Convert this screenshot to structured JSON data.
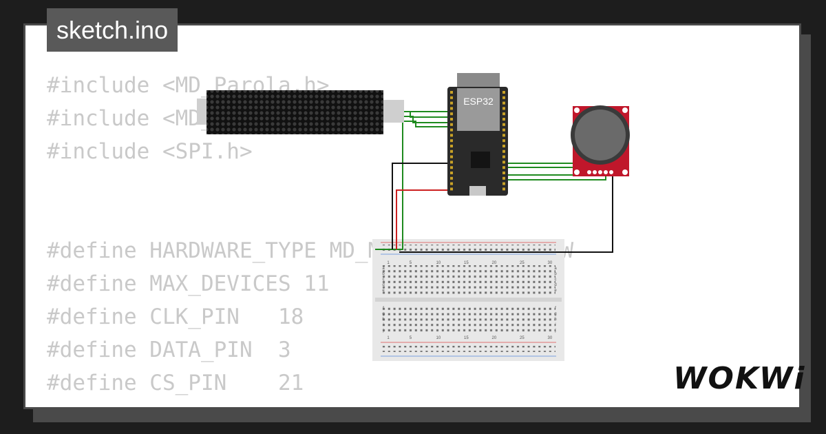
{
  "editor": {
    "tab_label": "sketch.ino",
    "code_lines": [
      "#include <MD_Parola.h>",
      "#include <MD_MAX72xx.h>",
      "#include <SPI.h>",
      "",
      "",
      "#define HARDWARE_TYPE MD_MAX72XX::FC16_HW",
      "#define MAX_DEVICES 11",
      "#define CLK_PIN   18",
      "#define DATA_PIN  3",
      "#define CS_PIN    21"
    ]
  },
  "circuit": {
    "board_label": "ESP32",
    "breadboard_columns": [
      "1",
      "5",
      "10",
      "15",
      "20",
      "25",
      "30"
    ],
    "breadboard_rows_top": [
      "a",
      "b",
      "c",
      "d",
      "e"
    ],
    "breadboard_rows_bottom": [
      "f",
      "g",
      "h",
      "i",
      "j"
    ],
    "colors": {
      "wire_green": "#1e8a1e",
      "wire_black": "#111111",
      "wire_red": "#cc1f1f",
      "joystick_pcb": "#c0172b",
      "board": "#2a2a2a"
    }
  },
  "brand": {
    "logo": "WOKWi"
  }
}
